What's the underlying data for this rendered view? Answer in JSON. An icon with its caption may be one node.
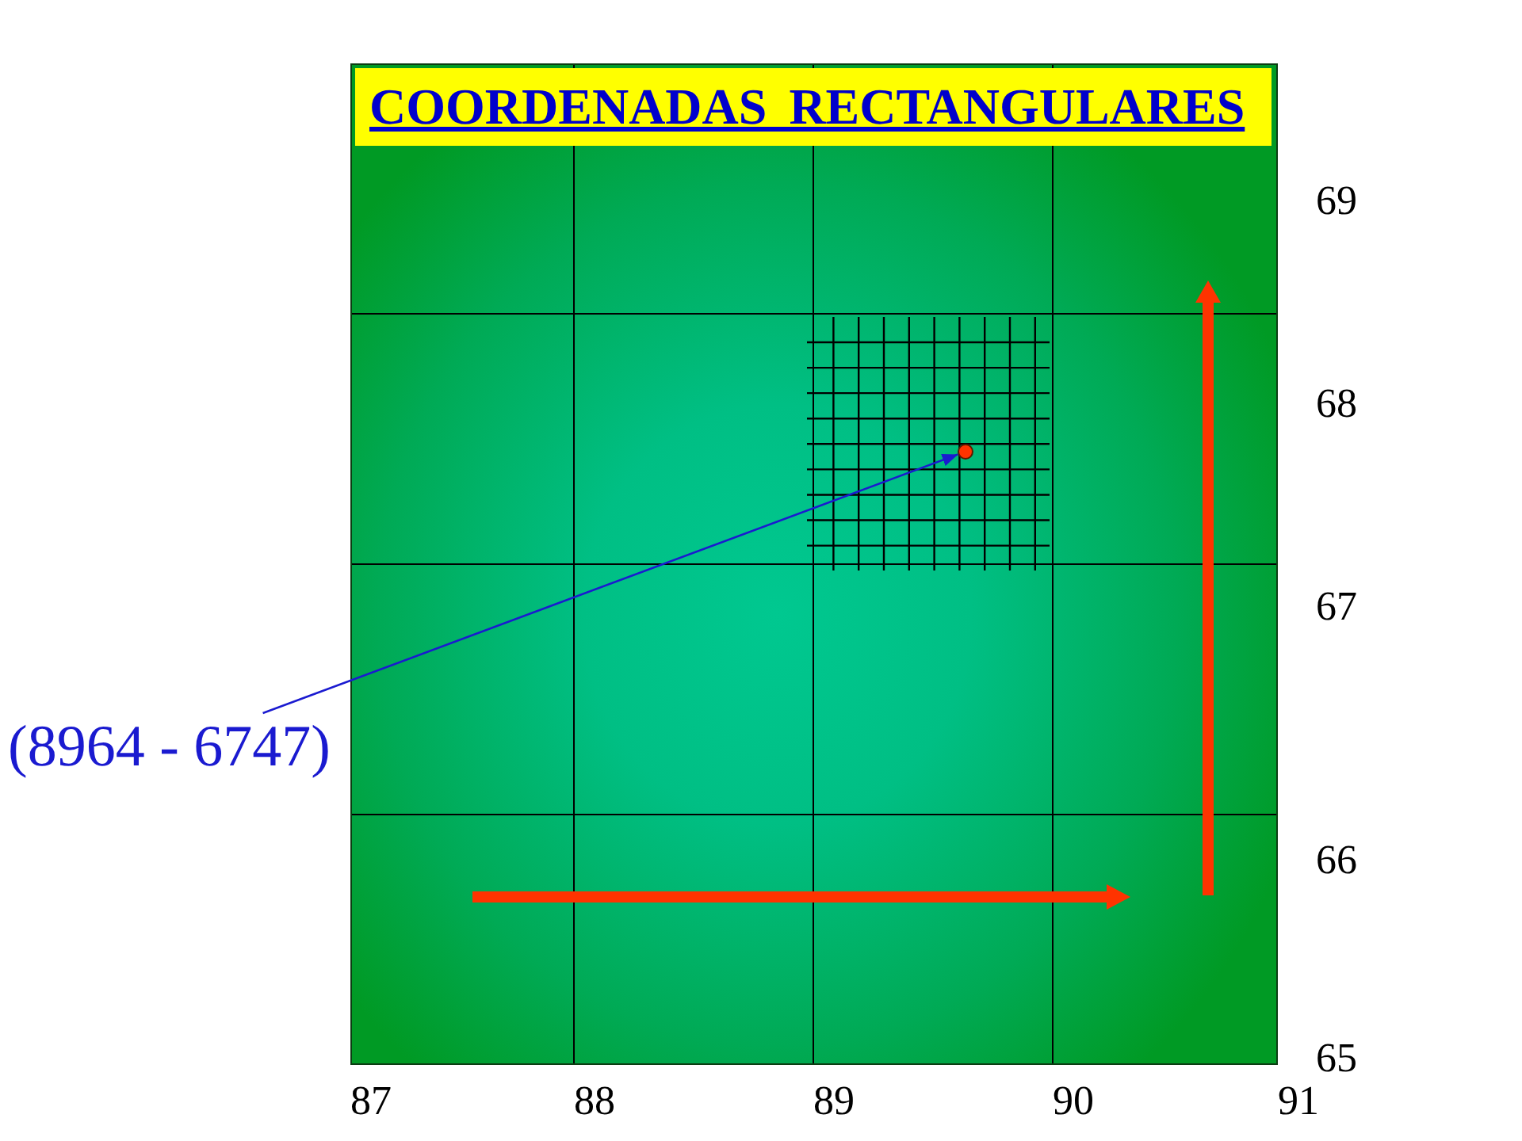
{
  "diagram": {
    "title": "COORDENADAS RECTANGULARES",
    "nodes": [
      {
        "text": [
          "(8964 - 6747)"
        ]
      },
      {
        "text": [],
        "shape": "circle"
      }
    ],
    "edges": [
      {
        "from": 0,
        "to": 1,
        "arrow": "to"
      }
    ],
    "labels": [
      "69",
      "68",
      "67",
      "66",
      "65",
      "87",
      "88",
      "89",
      "90",
      "91"
    ]
  }
}
